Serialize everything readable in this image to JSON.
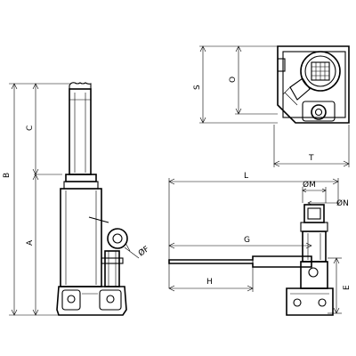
{
  "dimensions": {
    "A": "A",
    "B": "B",
    "C": "C",
    "F": "ØF",
    "L": "L",
    "G": "G",
    "H": "H",
    "E": "E",
    "M": "ØM",
    "N": "ØN",
    "S": "S",
    "O": "O",
    "T": "T"
  }
}
